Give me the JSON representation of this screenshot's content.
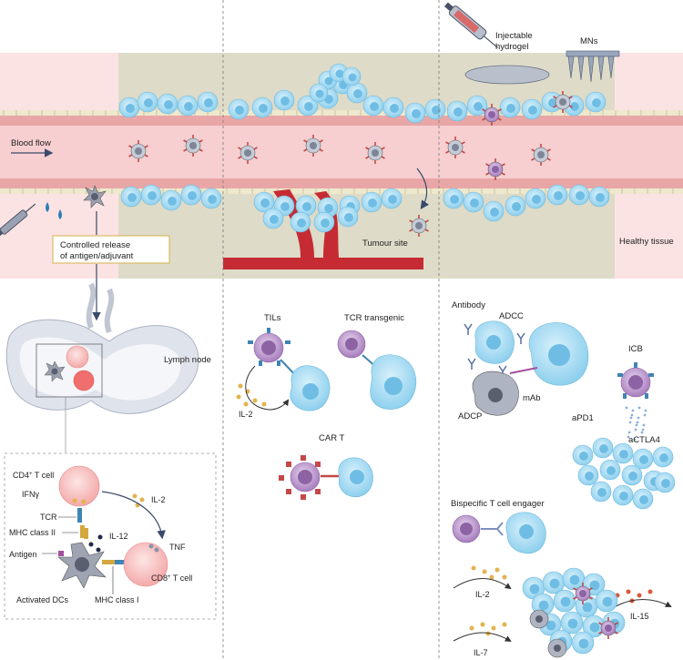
{
  "labels": {
    "blood_flow": "Blood flow",
    "controlled_release_1": "Controlled release",
    "controlled_release_2": "of antigen/adjuvant",
    "lymph_node": "Lymph node",
    "cd4": "CD4",
    "cd4_suffix": "T cell",
    "ifng": "IFNγ",
    "il2": "IL-2",
    "tcr": "TCR",
    "mhc2": "MHC class II",
    "il12": "IL-12",
    "tnf": "TNF",
    "antigen": "Antigen",
    "cd8": "CD8",
    "cd8_suffix": "T cell",
    "activated_dcs": "Activated DCs",
    "mhc1": "MHC class I",
    "tumour_site": "Tumour site",
    "tils": "TILs",
    "tcr_transgenic": "TCR transgenic",
    "il2_tils": "IL-2",
    "car_t": "CAR T",
    "injectable_hydrogel_1": "Injectable",
    "injectable_hydrogel_2": "hydrogel",
    "mns": "MNs",
    "healthy_tissue": "Healthy tissue",
    "antibody": "Antibody",
    "adcc": "ADCC",
    "mab": "mAb",
    "adcp": "ADCP",
    "icb": "ICB",
    "apd1": "aPD1",
    "actla4": "aCTLA4",
    "bispecific": "Bispecific T cell engager",
    "il2_bottom": "IL-2",
    "il15": "IL-15",
    "il7": "IL-7"
  },
  "colors": {
    "tissue_pink": "#fbe3e3",
    "tumour_bg": "#dedbc8",
    "vessel": "#f7cfd0",
    "tumour_cell": "#aee0f5",
    "tcell_purple": "#b48bc3",
    "tcr_blue": "#3f84b6",
    "blood_red": "#c62b33"
  }
}
